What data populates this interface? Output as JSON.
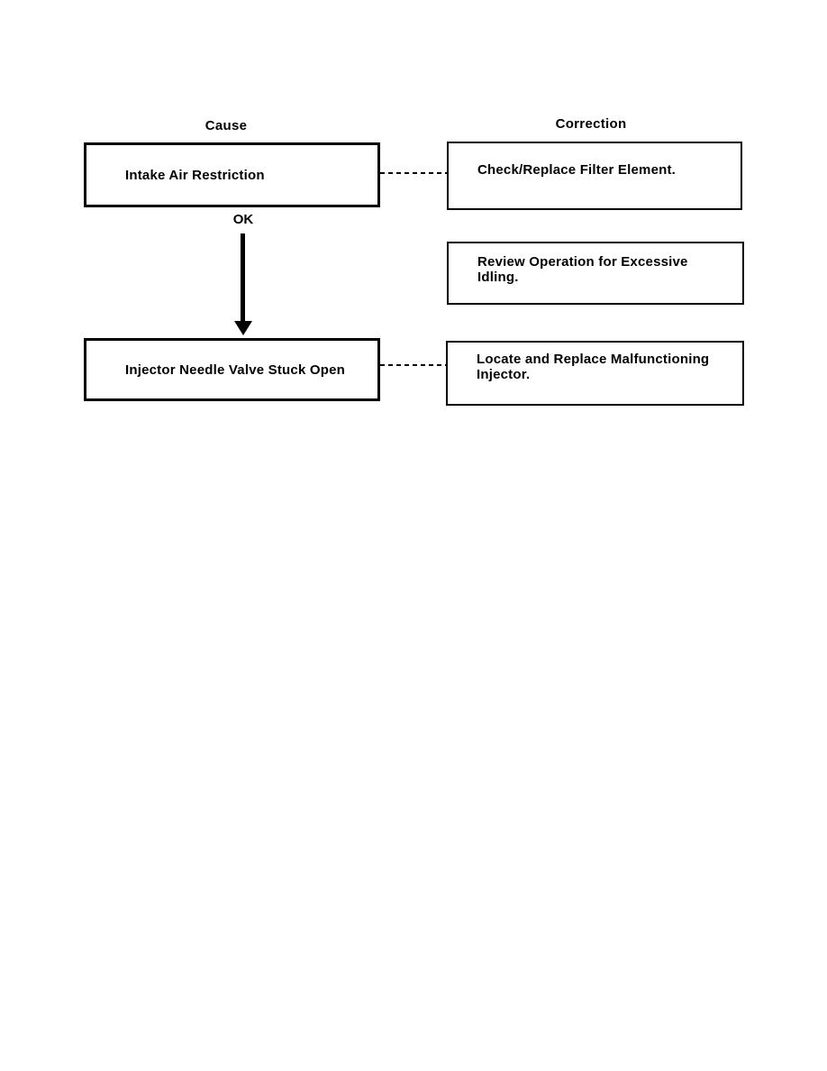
{
  "page": {
    "background": "#ffffff",
    "ink": "#000000"
  },
  "headers": {
    "cause": "Cause",
    "correction": "Correction"
  },
  "flow": {
    "ok_label": "OK",
    "cause_boxes": [
      {
        "label": "Intake Air Restriction"
      },
      {
        "label": "Injector Needle Valve Stuck Open"
      }
    ],
    "correction_boxes": [
      {
        "lines": [
          "Check/Replace Filter Element."
        ]
      },
      {
        "lines": [
          "Review Operation for Excessive",
          "Idling."
        ]
      },
      {
        "lines": [
          "Locate and Replace Malfunctioning",
          "Injector."
        ]
      }
    ]
  }
}
